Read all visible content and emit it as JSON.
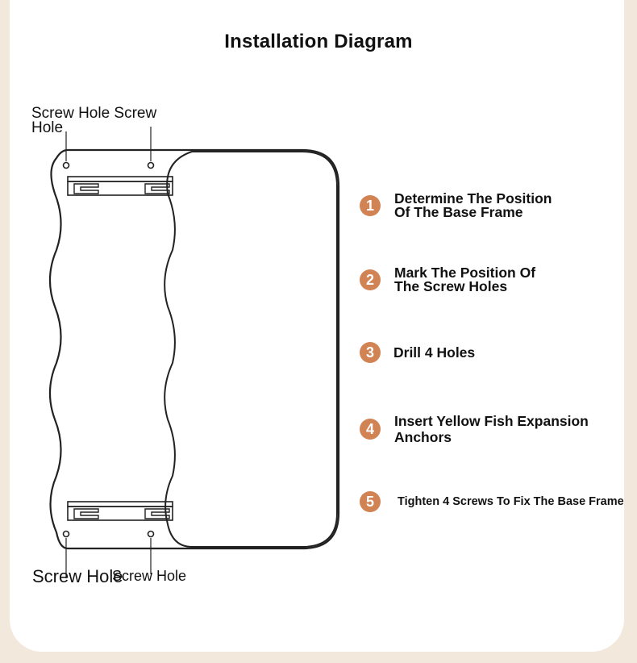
{
  "title": "Installation Diagram",
  "labels": {
    "top_left": "Screw Hole Screw Hole",
    "bottom_left": "Screw Hole",
    "bottom_right": "Screw Hole"
  },
  "steps": [
    {
      "number": "1",
      "text": "Determine The Position Of The Base Frame"
    },
    {
      "number": "2",
      "text": "Mark The Position Of The Screw Holes"
    },
    {
      "number": "3",
      "text": "Drill 4 Holes"
    },
    {
      "number": "4",
      "text": "Insert Yellow Fish Expansion Anchors"
    },
    {
      "number": "5",
      "text": "Tighten 4 Screws To Fix The Base Frame"
    }
  ],
  "colors": {
    "background": "#f2e8dc",
    "card": "#ffffff",
    "badge": "#d18353",
    "line": "#222222"
  }
}
